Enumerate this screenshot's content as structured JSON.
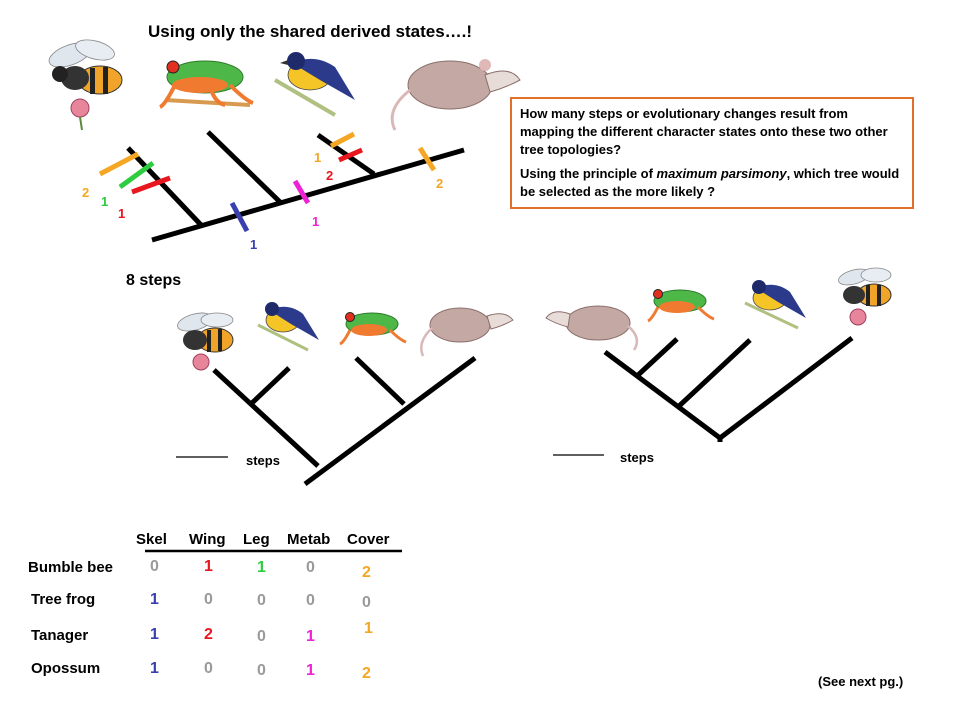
{
  "title": "Using only the shared derived states….!",
  "question": {
    "p1": "How many steps or evolutionary changes result from mapping the different character states onto these two other tree topologies?",
    "p2_before": "Using the principle of ",
    "p2_em": "maximum parsimony",
    "p2_after": ", which tree would be selected as the more likely ?"
  },
  "tree1_steps": "8 steps",
  "tree2_steps_label": "steps",
  "tree3_steps_label": "steps",
  "tree1_marks": [
    {
      "label": "2",
      "color": "#f5a623"
    },
    {
      "label": "1",
      "color": "#2ecc40"
    },
    {
      "label": "1",
      "color": "#e8171f"
    },
    {
      "label": "1",
      "color": "#3a3fb0"
    },
    {
      "label": "1",
      "color": "#ee22d5"
    },
    {
      "label": "1",
      "color": "#f5a623"
    },
    {
      "label": "2",
      "color": "#e8171f"
    },
    {
      "label": "2",
      "color": "#f5a623"
    }
  ],
  "table": {
    "columns": [
      "Skel",
      "Wing",
      "Leg",
      "Metab",
      "Cover"
    ],
    "rows": [
      {
        "taxon": "Bumble bee",
        "values": [
          "0",
          "1",
          "1",
          "0",
          "2"
        ],
        "colors": [
          "#9a9a9a",
          "#e8171f",
          "#2ecc40",
          "#9a9a9a",
          "#f5a623"
        ]
      },
      {
        "taxon": "Tree frog",
        "values": [
          "1",
          "0",
          "0",
          "0",
          "0"
        ],
        "colors": [
          "#3a3fb0",
          "#9a9a9a",
          "#9a9a9a",
          "#9a9a9a",
          "#9a9a9a"
        ]
      },
      {
        "taxon": "Tanager",
        "values": [
          "1",
          "2",
          "0",
          "1",
          "1"
        ],
        "colors": [
          "#3a3fb0",
          "#e8171f",
          "#9a9a9a",
          "#ee22d5",
          "#f5a623"
        ]
      },
      {
        "taxon": "Opossum",
        "values": [
          "1",
          "0",
          "0",
          "1",
          "2"
        ],
        "colors": [
          "#3a3fb0",
          "#9a9a9a",
          "#9a9a9a",
          "#ee22d5",
          "#f5a623"
        ]
      }
    ]
  },
  "footer_note": "(See next pg.)"
}
